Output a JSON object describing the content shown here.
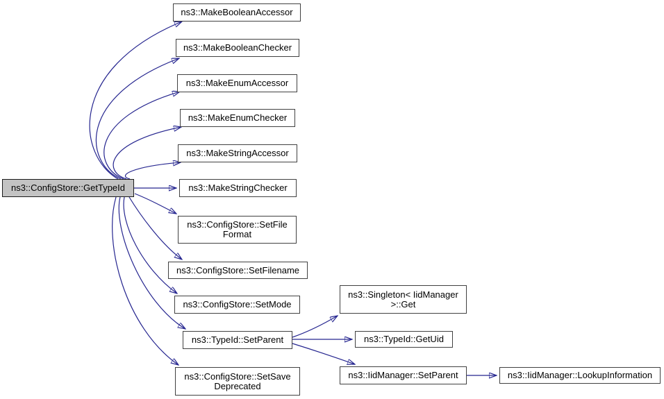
{
  "diagram": {
    "type": "call-graph",
    "tool": "doxygen-graphviz",
    "root": "ns3::ConfigStore::GetTypeId",
    "colors": {
      "edge": "#25258f",
      "node_border": "#404040",
      "node_fill": "#ffffff",
      "root_fill": "#c3c3c3",
      "background": "#ffffff",
      "text": "#000000"
    },
    "nodes": [
      {
        "id": "config-store-get-type-id",
        "label": "ns3::ConfigStore::GetTypeId",
        "is_root": true
      },
      {
        "id": "make-boolean-accessor",
        "label": "ns3::MakeBooleanAccessor",
        "is_root": false
      },
      {
        "id": "make-boolean-checker",
        "label": "ns3::MakeBooleanChecker",
        "is_root": false
      },
      {
        "id": "make-enum-accessor",
        "label": "ns3::MakeEnumAccessor",
        "is_root": false
      },
      {
        "id": "make-enum-checker",
        "label": "ns3::MakeEnumChecker",
        "is_root": false
      },
      {
        "id": "make-string-accessor",
        "label": "ns3::MakeStringAccessor",
        "is_root": false
      },
      {
        "id": "make-string-checker",
        "label": "ns3::MakeStringChecker",
        "is_root": false
      },
      {
        "id": "config-store-set-file-format",
        "label": "ns3::ConfigStore::SetFile Format",
        "is_root": false
      },
      {
        "id": "config-store-set-filename",
        "label": "ns3::ConfigStore::SetFilename",
        "is_root": false
      },
      {
        "id": "config-store-set-mode",
        "label": "ns3::ConfigStore::SetMode",
        "is_root": false
      },
      {
        "id": "type-id-set-parent",
        "label": "ns3::TypeId::SetParent",
        "is_root": false
      },
      {
        "id": "config-store-set-save-deprecated",
        "label": "ns3::ConfigStore::SetSave Deprecated",
        "is_root": false
      },
      {
        "id": "singleton-iid-manager-get",
        "label": "ns3::Singleton< IidManager >::Get",
        "is_root": false
      },
      {
        "id": "type-id-get-uid",
        "label": "ns3::TypeId::GetUid",
        "is_root": false
      },
      {
        "id": "iid-manager-set-parent",
        "label": "ns3::IidManager::SetParent",
        "is_root": false
      },
      {
        "id": "iid-manager-lookup-information",
        "label": "ns3::IidManager::LookupInformation",
        "is_root": false
      }
    ],
    "edges": [
      {
        "from": "config-store-get-type-id",
        "to": "make-boolean-accessor"
      },
      {
        "from": "config-store-get-type-id",
        "to": "make-boolean-checker"
      },
      {
        "from": "config-store-get-type-id",
        "to": "make-enum-accessor"
      },
      {
        "from": "config-store-get-type-id",
        "to": "make-enum-checker"
      },
      {
        "from": "config-store-get-type-id",
        "to": "make-string-accessor"
      },
      {
        "from": "config-store-get-type-id",
        "to": "make-string-checker"
      },
      {
        "from": "config-store-get-type-id",
        "to": "config-store-set-file-format"
      },
      {
        "from": "config-store-get-type-id",
        "to": "config-store-set-filename"
      },
      {
        "from": "config-store-get-type-id",
        "to": "config-store-set-mode"
      },
      {
        "from": "config-store-get-type-id",
        "to": "type-id-set-parent"
      },
      {
        "from": "config-store-get-type-id",
        "to": "config-store-set-save-deprecated"
      },
      {
        "from": "type-id-set-parent",
        "to": "singleton-iid-manager-get"
      },
      {
        "from": "type-id-set-parent",
        "to": "type-id-get-uid"
      },
      {
        "from": "type-id-set-parent",
        "to": "iid-manager-set-parent"
      },
      {
        "from": "iid-manager-set-parent",
        "to": "iid-manager-lookup-information"
      }
    ]
  }
}
